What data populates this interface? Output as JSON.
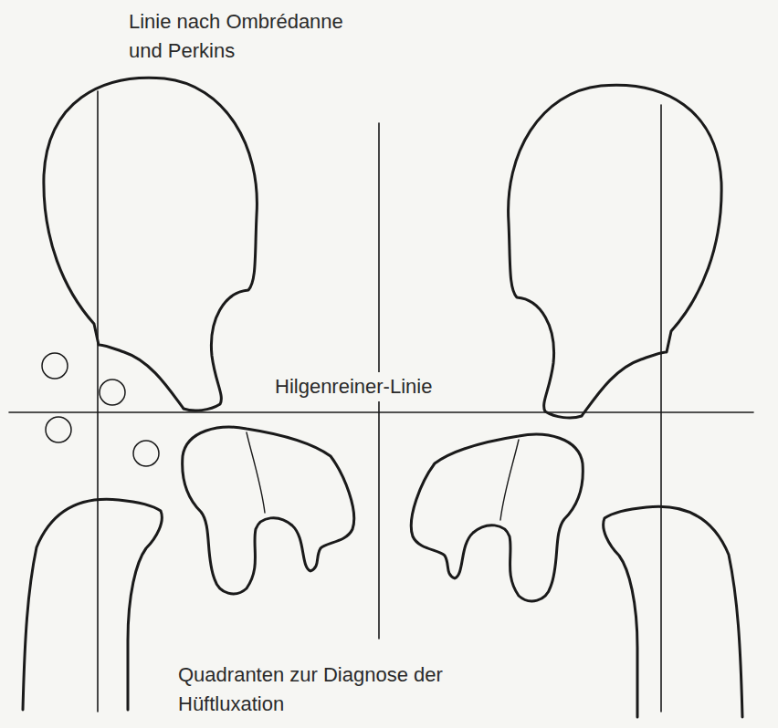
{
  "diagram": {
    "caption": "Quadranten zur Diagnose der Hüftluxation",
    "labels": [
      "Linie nach Ombrédanne und Perkins",
      "Hilgenreiner-Linie"
    ]
  }
}
